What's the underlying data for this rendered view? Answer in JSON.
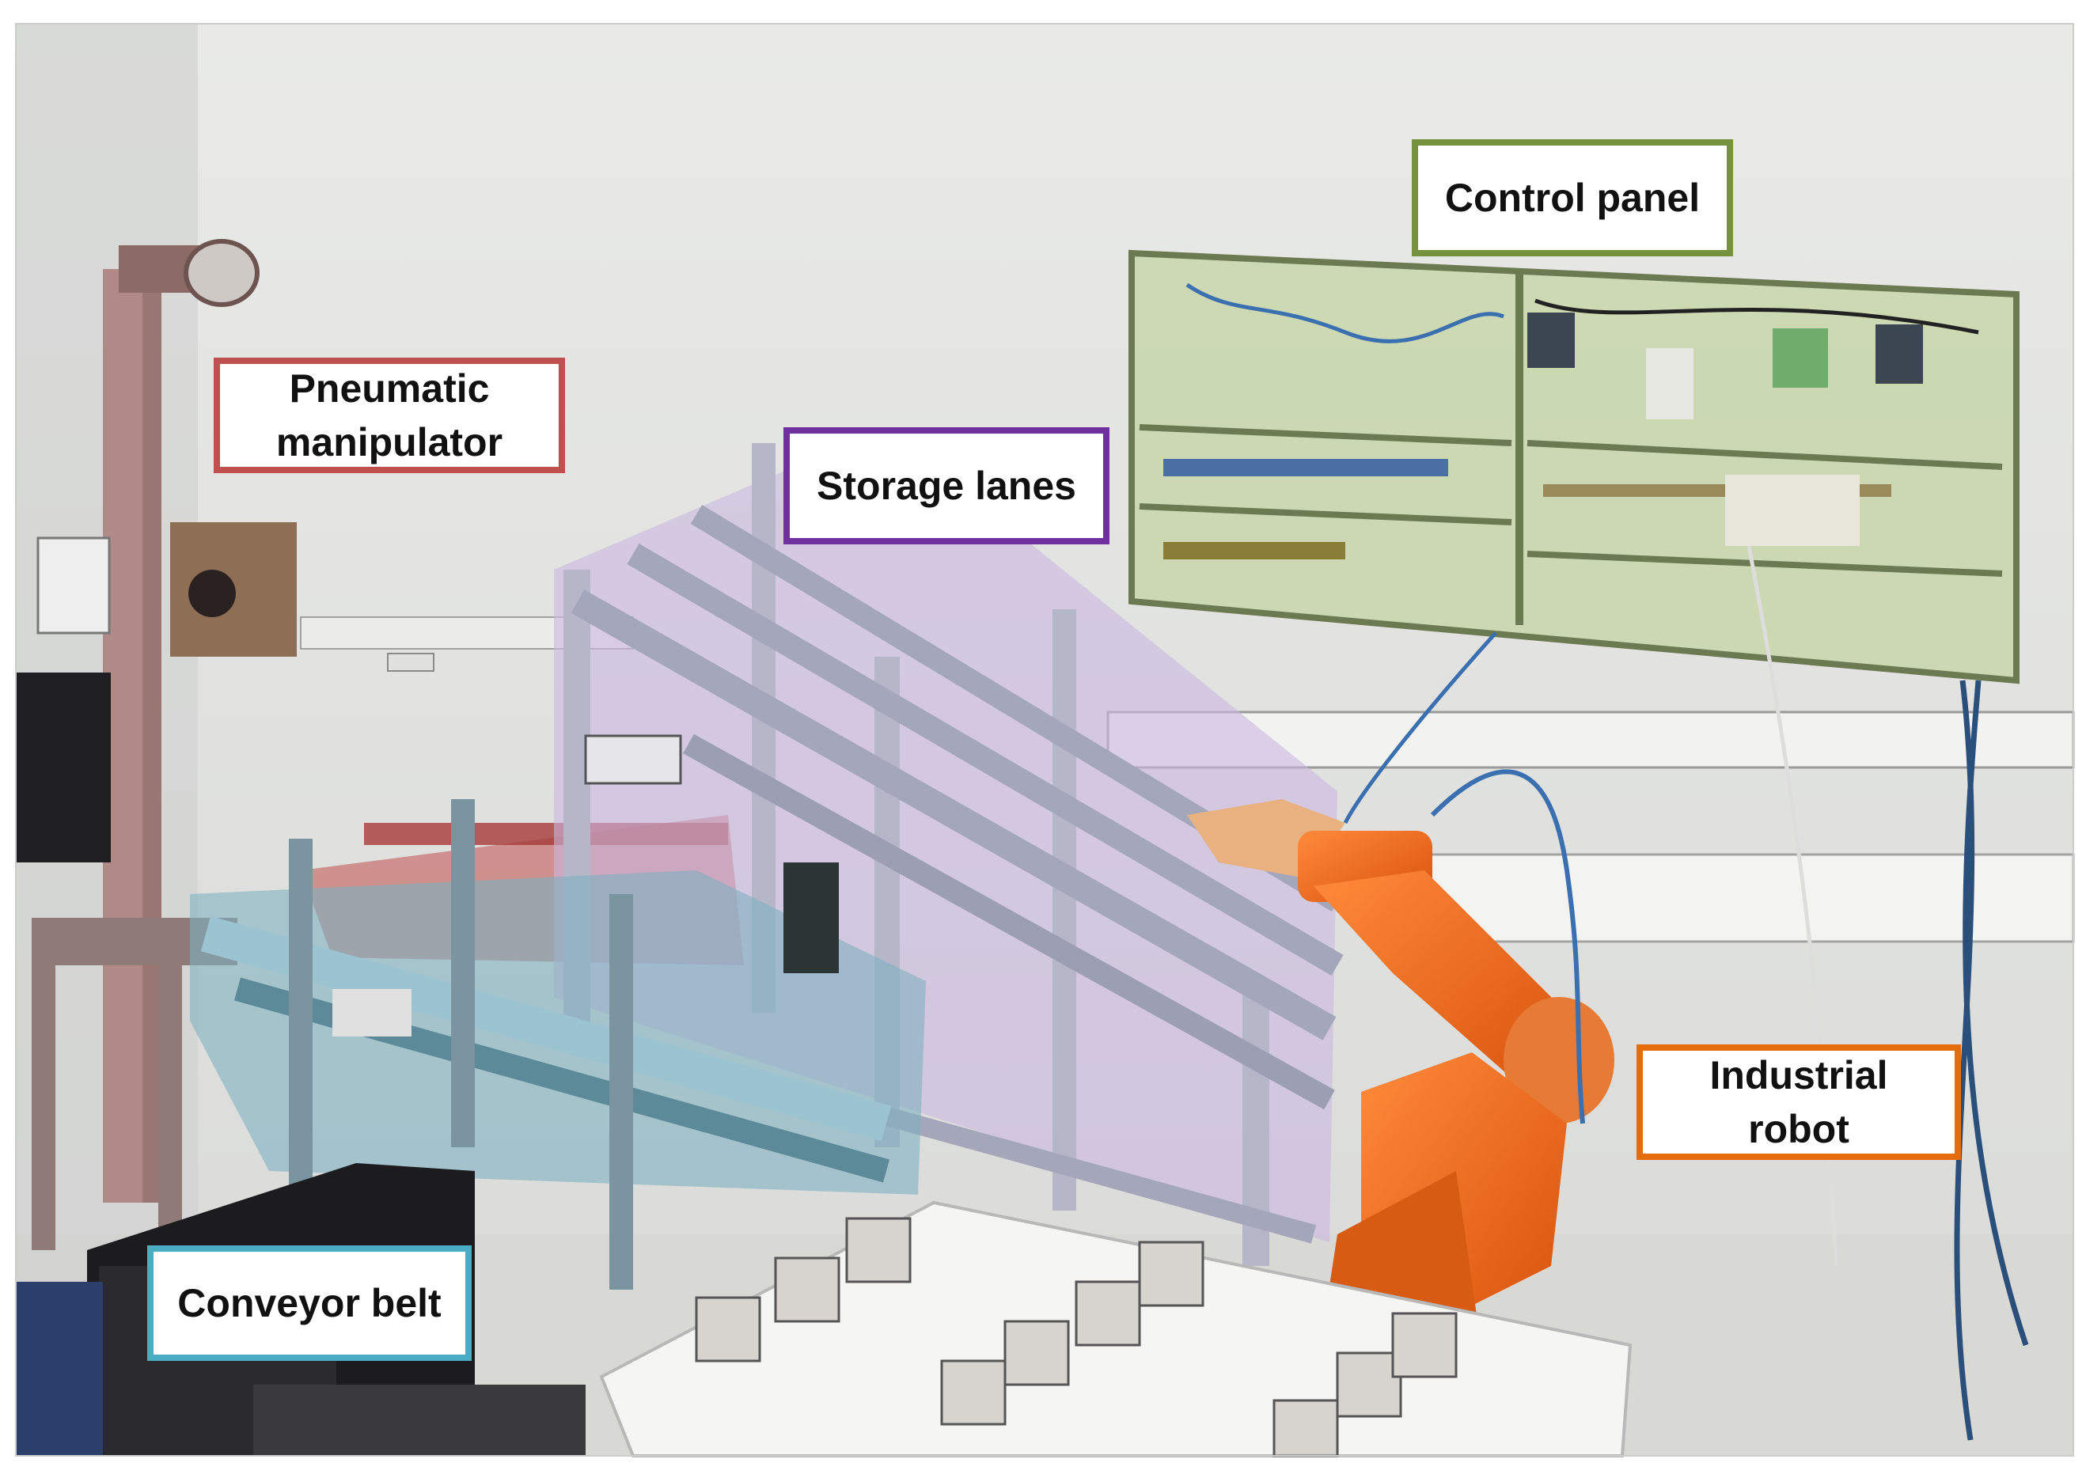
{
  "figure": {
    "colors": {
      "wall": "#e7e8e6",
      "floor": "#dcdcd8",
      "frame_aluminum": "#b9bcc2",
      "control_panel_tint": "#c8d8a8",
      "storage_tint": "#c9b6e0",
      "conveyor_tint": "#7fb2c2",
      "pneumatic_tint": "#b85050",
      "robot_orange": "#f06a1f",
      "table_top": "#f4f4f2",
      "computer_dark": "#1c1c1e"
    },
    "labels": [
      {
        "id": "control",
        "text": "Control panel",
        "border": "#76923c"
      },
      {
        "id": "pneumatic",
        "text": "Pneumatic\nmanipulator",
        "border": "#c0504d"
      },
      {
        "id": "storage",
        "text": "Storage lanes",
        "border": "#7030a0"
      },
      {
        "id": "robot",
        "text": "Industrial\nrobot",
        "border": "#e46c0a"
      },
      {
        "id": "conveyor",
        "text": "Conveyor belt",
        "border": "#4bacc6"
      }
    ]
  }
}
